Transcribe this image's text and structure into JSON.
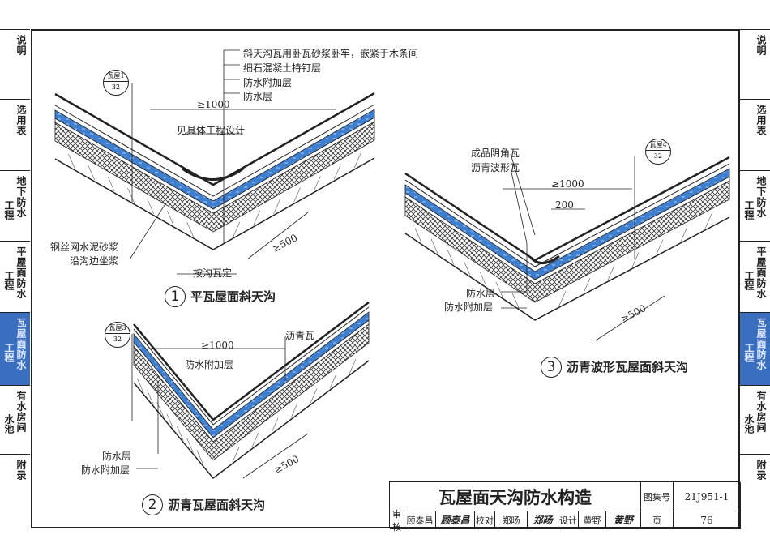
{
  "sidebar_left": [
    {
      "col1": "说明",
      "col2": ""
    },
    {
      "col1": "选用表",
      "col2": ""
    },
    {
      "col1": "地下防水",
      "col2": "工程"
    },
    {
      "col1": "平屋面防水",
      "col2": "工程"
    },
    {
      "col1": "瓦屋面防水",
      "col2": "工程",
      "active": true
    },
    {
      "col1": "有水房间",
      "col2": "水池"
    },
    {
      "col1": "附录",
      "col2": ""
    }
  ],
  "colors": {
    "accent": "#3a6fc0",
    "waterproof": "#3f7fd0",
    "line": "#222222"
  },
  "detail1": {
    "number": "1",
    "caption": "平瓦屋面斜天沟",
    "ref_top": "瓦屋1",
    "ref_bottom": "32",
    "notes": [
      "斜天沟瓦用卧瓦砂浆卧牢，嵌紧于木条间",
      "细石混凝土持钉层",
      "防水附加层",
      "防水层"
    ],
    "dim_width": "≥1000",
    "dim_design": "见具体工程设计",
    "dim_gutter": "按沟瓦定",
    "dim_500": "≥500",
    "label_mesh": "钢丝网水泥砂浆",
    "label_bed": "沿沟边坐浆"
  },
  "detail2": {
    "number": "2",
    "caption": "沥青瓦屋面斜天沟",
    "ref_top": "瓦屋3",
    "ref_bottom": "32",
    "dim_width": "≥1000",
    "label_extra": "防水附加层",
    "label_shingle": "沥青瓦",
    "label_wp": "防水层",
    "label_wp_extra": "防水附加层",
    "dim_500": "≥500"
  },
  "detail3": {
    "number": "3",
    "caption": "沥青波形瓦屋面斜天沟",
    "ref_top": "瓦屋4",
    "ref_bottom": "32",
    "label_corner": "成品阴角瓦",
    "label_wave": "沥青波形瓦",
    "dim_width": "≥1000",
    "dim_200": "200",
    "label_wp": "防水层",
    "label_wp_extra": "防水附加层",
    "dim_500": "≥500"
  },
  "title_block": {
    "title": "瓦屋面天沟防水构造",
    "atlas_label": "图集号",
    "atlas_no": "21J951-1",
    "review_label": "审核",
    "reviewer": "顾泰昌",
    "reviewer_sig": "顾泰昌",
    "check_label": "校对",
    "checker": "郑旸",
    "checker_sig": "郑旸",
    "design_label": "设计",
    "designer": "黄野",
    "designer_sig": "黄野",
    "page_label": "页",
    "page_no": "76"
  }
}
